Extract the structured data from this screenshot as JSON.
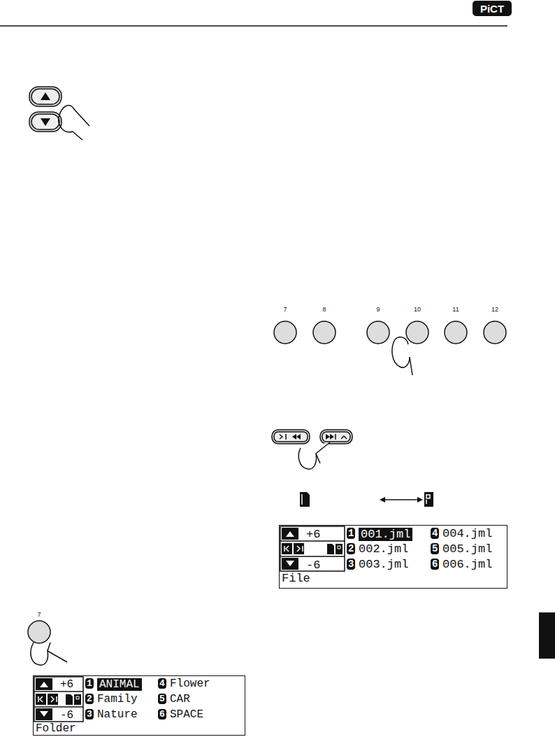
{
  "diagram": {
    "nodes": [
      {
        "text": [
          "+6",
          "-6",
          "Folder",
          "1",
          "ANIMAL",
          "4",
          "Flower",
          "2",
          "Family",
          "5",
          "CAR",
          "3",
          "Nature",
          "6",
          "SPACE"
        ]
      },
      {
        "text": [
          "+6",
          "-6",
          "File",
          "1",
          "001.jml",
          "4",
          "004.jml",
          "2",
          "002.jml",
          "5",
          "005.jml",
          "3",
          "003.jml",
          "6",
          "006.jml"
        ]
      }
    ],
    "labels": [
      "PiCT",
      "7",
      "8",
      "9",
      "10",
      "11",
      "12",
      "7"
    ]
  }
}
